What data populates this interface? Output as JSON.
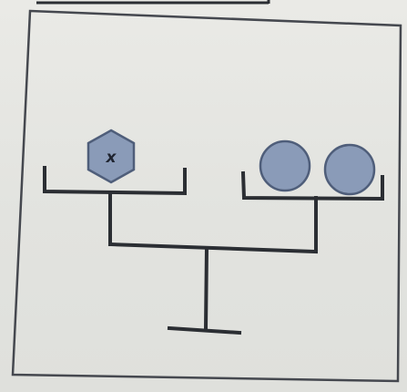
{
  "diagram": {
    "unknown_label": "x",
    "colors": {
      "background": "#e6e6e1",
      "line": "#2b2e33",
      "shape_fill": "#8a9bb8",
      "shape_stroke": "#4f5e7a"
    },
    "left_pan": {
      "item_icon": "hexagon-icon",
      "count": 1
    },
    "right_pan": {
      "item_icon": "circle-icon",
      "count": 2
    }
  }
}
